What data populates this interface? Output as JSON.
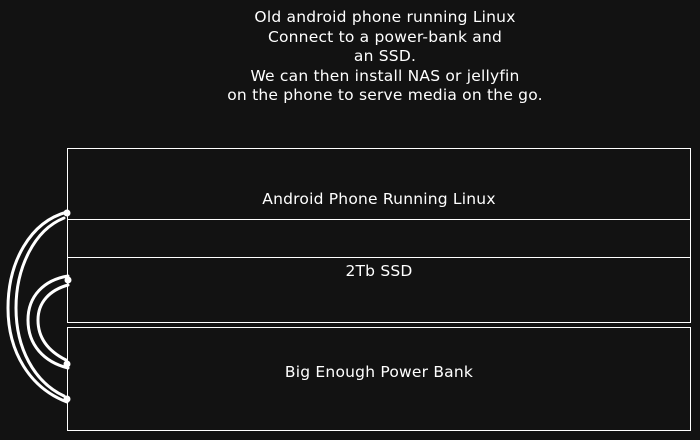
{
  "note": {
    "lines": [
      "Old android phone running Linux",
      "Connect to a power-bank and",
      "an SSD.",
      "We can then install NAS or jellyfin",
      "on the phone to serve media on the go."
    ]
  },
  "stack": {
    "phone_label": "Android Phone Running Linux",
    "ssd_label": "2Tb SSD",
    "powerbank_label": "Big Enough Power Bank"
  },
  "colors": {
    "background": "#121212",
    "stroke": "#ffffff"
  }
}
